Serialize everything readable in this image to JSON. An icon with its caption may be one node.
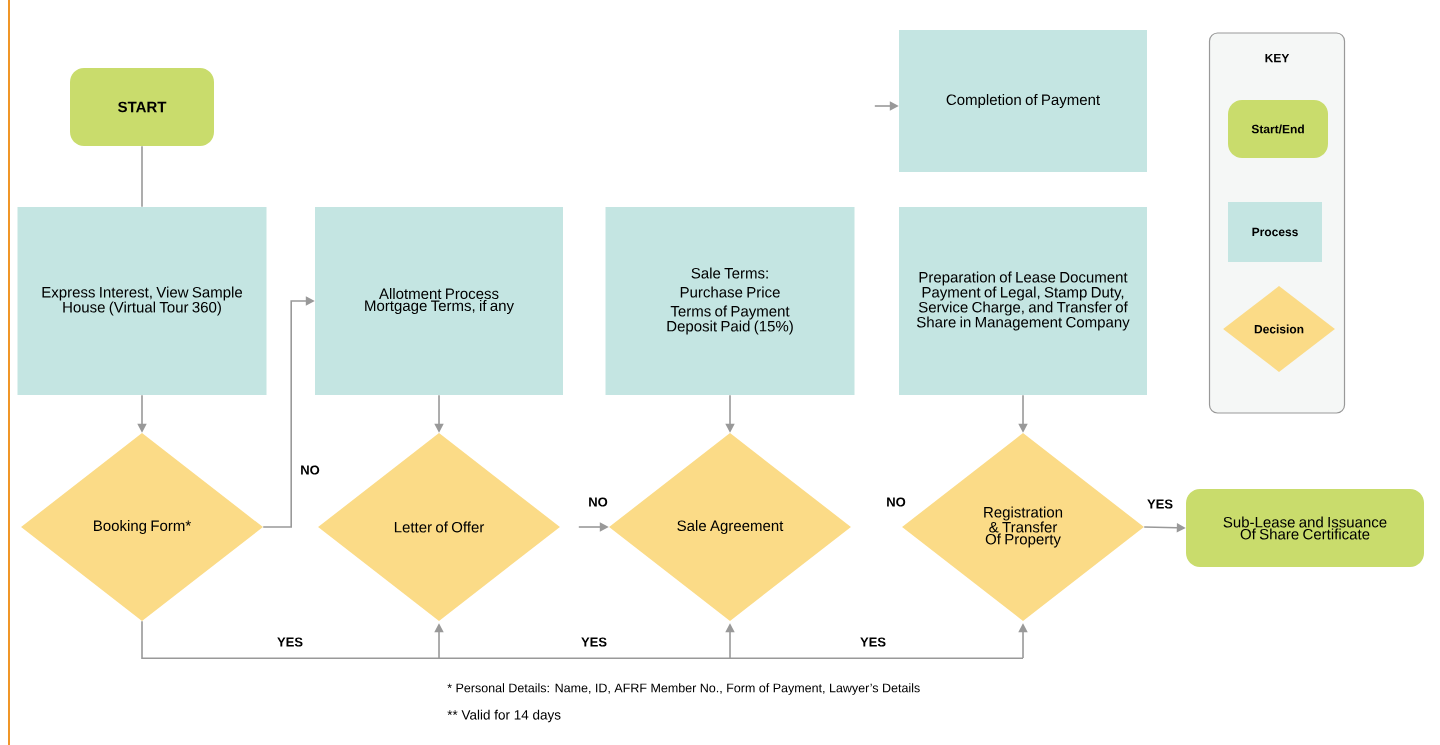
{
  "diagram": {
    "nodes": [
      {
        "text": [
          "START"
        ]
      },
      {
        "text": [
          "Completion of Payment"
        ]
      },
      {
        "text": [
          "KEY"
        ]
      },
      {
        "text": [
          "Start/End"
        ],
        "in": 2
      },
      {
        "text": [
          "Process"
        ],
        "in": 2
      },
      {
        "text": [
          "Decision"
        ],
        "in": 2
      },
      {
        "text": [
          "Express Interest, View Sample House (Virtual Tour 360)"
        ]
      },
      {
        "text": [
          "Allotment Process",
          "Mortgage Terms, if any"
        ]
      },
      {
        "text": [
          "Sale Terms:",
          "Purchase Price",
          "Terms of Payment",
          "Deposit Paid (15%)"
        ]
      },
      {
        "text": [
          "Preparation of Lease Document",
          "Payment of Legal, Stamp Duty, Service Charge, and Transfer of Share in Management Company"
        ]
      },
      {
        "text": [
          "Booking Form*"
        ]
      },
      {
        "text": [
          "Letter of Offer"
        ]
      },
      {
        "text": [
          "Sale Agreement"
        ]
      },
      {
        "text": [
          "Registration & Transfer Of Property"
        ]
      },
      {
        "text": [
          "Sub-Lease and Issuance Of Share Certificate"
        ]
      }
    ],
    "edges": [
      {
        "from": 0,
        "to": 6,
        "arrow": "none"
      },
      {
        "from": 6,
        "to": 10,
        "arrow": "to"
      },
      {
        "from": 10,
        "to": 7,
        "arrow": "to",
        "label": "NO"
      },
      {
        "from": 7,
        "to": 11,
        "arrow": "to"
      },
      {
        "from": null,
        "to": 12,
        "arrow": "to",
        "label": "NO"
      },
      {
        "from": 8,
        "to": 12,
        "arrow": "to"
      },
      {
        "from": 9,
        "to": 13,
        "arrow": "to"
      },
      {
        "from": 13,
        "to": 14,
        "arrow": "to",
        "label": "YES"
      },
      {
        "from": null,
        "to": 1,
        "arrow": "to"
      },
      {
        "from": 10,
        "to": 11,
        "arrow": "to",
        "label": "YES"
      },
      {
        "from": 10,
        "to": 12,
        "arrow": "to",
        "label": "YES"
      },
      {
        "from": 10,
        "to": 13,
        "arrow": "to",
        "label": "YES"
      }
    ],
    "labels": [
      "NO",
      "* Personal Details: Name, ID, AFRF Member No., Form of Payment, Lawyer’s Details",
      "** Valid for 14 days"
    ]
  }
}
